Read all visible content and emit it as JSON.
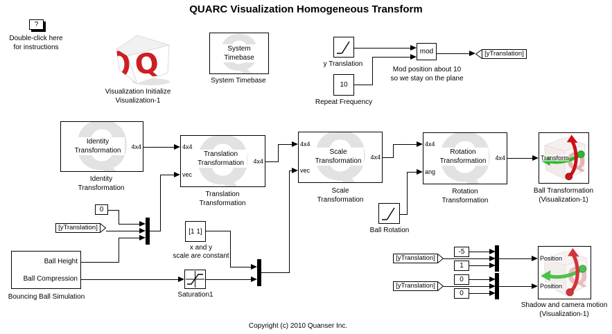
{
  "title": "QUARC Visualization Homogeneous Transform",
  "copyright": "Copyright (c) 2010 Quanser Inc.",
  "logo": {
    "letter": "Q"
  },
  "help": {
    "icon": "?",
    "caption1": "Double-click here",
    "caption2": "for instructions"
  },
  "blocks": {
    "viz_init": {
      "label1": "Visualization Initialize",
      "label2": "Visualization-1"
    },
    "system_timebase": {
      "text1": "System",
      "text2": "Timebase",
      "label": "System Timebase"
    },
    "y_translation": {
      "label": "y Translation"
    },
    "repeat_frequency": {
      "value": "10",
      "label": "Repeat Frequency"
    },
    "mod": {
      "text": "mod",
      "caption1": "Mod position about 10",
      "caption2": "so we stay on the plane"
    },
    "goto_ytranslation": {
      "text": "[yTranslation]"
    },
    "identity": {
      "text1": "Identity",
      "text2": "Transformation",
      "port_out": "4x4",
      "label1": "Identity",
      "label2": "Transformation"
    },
    "translation": {
      "port_in1": "4x4",
      "port_in2": "vec",
      "text1": "Translation",
      "text2": "Transformation",
      "port_out": "4x4",
      "label1": "Translation",
      "label2": "Transformation"
    },
    "scale": {
      "port_in1": "4x4",
      "port_in2": "vec",
      "text1": "Scale",
      "text2": "Transformation",
      "port_out": "4x4",
      "label1": "Scale",
      "label2": "Transformation"
    },
    "rotation": {
      "port_in1": "4x4",
      "port_in2": "ang",
      "text1": "Rotation",
      "text2": "Transformation",
      "port_out": "4x4",
      "label1": "Rotation",
      "label2": "Transformation"
    },
    "ball_transformation": {
      "port": "Transform",
      "label1": "Ball Transformation",
      "label2": "(Visualization-1)"
    },
    "const_zero": {
      "value": "0"
    },
    "from_ytranslation_1": {
      "text": "[yTranslation]"
    },
    "bouncing_ball": {
      "port1": "Ball Height",
      "port2": "Ball Compression",
      "label": "Bouncing Ball Simulation"
    },
    "const_scale": {
      "value": "[1 1]",
      "caption1": "x and y",
      "caption2": "scale are constant"
    },
    "saturation1": {
      "label": "Saturation1"
    },
    "ball_rotation": {
      "label": "Ball Rotation"
    },
    "from_ytranslation_2": {
      "text": "[yTranslation]"
    },
    "const_neg5": {
      "value": "-5"
    },
    "const_one": {
      "value": "1"
    },
    "from_ytranslation_3": {
      "text": "[yTranslation]"
    },
    "const_zero2": {
      "value": "0"
    },
    "const_zero3": {
      "value": "0"
    },
    "shadow_camera": {
      "port1": "Position",
      "port2": "Position",
      "label1": "Shadow and camera motion",
      "label2": "(Visualization-1)"
    }
  },
  "colors": {
    "wire": "#000000",
    "watermark": "#e2e2e2",
    "logo_red": "#cb1f24",
    "arrow_red": "#cc1019",
    "arrow_green": "#2db82d"
  }
}
